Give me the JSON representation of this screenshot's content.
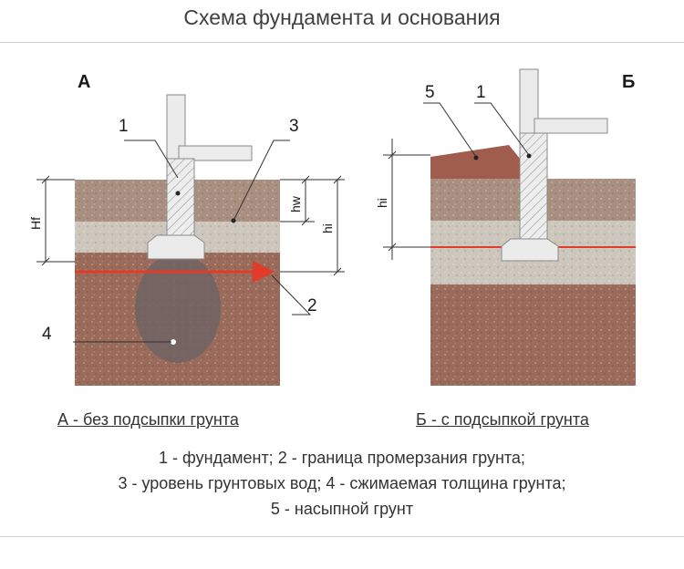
{
  "title": "Схема фундамента и основания",
  "panel_a": {
    "letter": "А",
    "caption": "А - без подсыпки грунта",
    "label_1": "1",
    "label_2": "2",
    "label_3": "3",
    "label_4": "4",
    "dim_hf": "Hf",
    "dim_hw": "hw",
    "dim_hi": "hi"
  },
  "panel_b": {
    "letter": "Б",
    "caption": "Б - с подсыпкой грунта",
    "label_1": "1",
    "label_5": "5",
    "dim_hi": "hi"
  },
  "legend": {
    "line1": "1 - фундамент; 2 - граница промерзания грунта;",
    "line2": "3 - уровень грунтовых вод; 4 - сжимаемая толщина грунта;",
    "line3": "5 - насыпной грунт"
  },
  "colors": {
    "topsoil": "#a88f80",
    "sand": "#ccc6bd",
    "clay": "#9a6a5a",
    "fill_soil": "#a05c4c",
    "foundation": "#ebebeb",
    "frost_line": "#e23b2a",
    "compressed_zone": "#6e6363"
  }
}
